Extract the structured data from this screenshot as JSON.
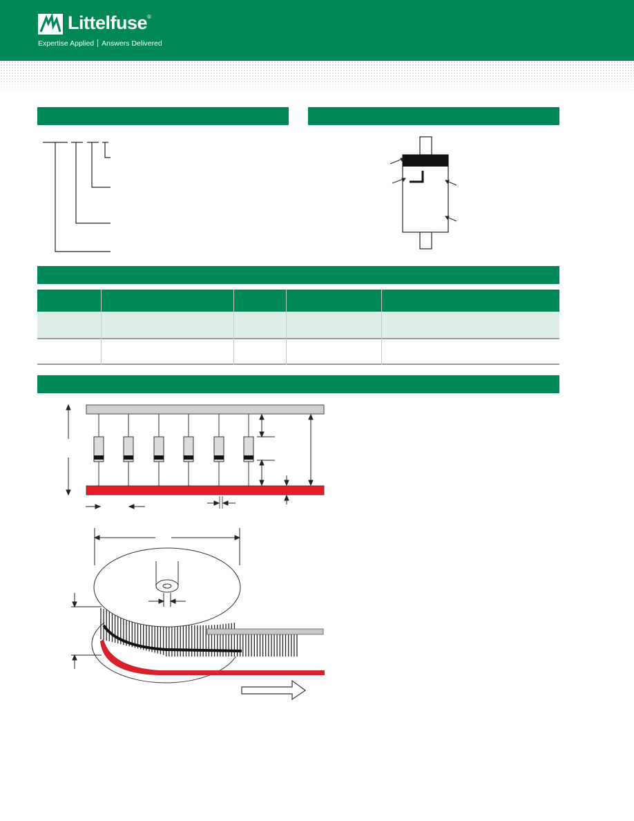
{
  "header": {
    "brand": "Littelfuse",
    "registered_mark": "®",
    "tagline_left": "Expertise Applied",
    "tagline_right": "Answers Delivered",
    "brand_color": "#008756",
    "logo_icon": "littelfuse-logo-icon"
  },
  "colors": {
    "section_bar": "#008756",
    "table_row_alt": "#deeee6",
    "tape_top": "#d0d0d0",
    "tape_bottom": "#e21f26"
  },
  "icons": {
    "direction": "right-arrow-icon"
  }
}
